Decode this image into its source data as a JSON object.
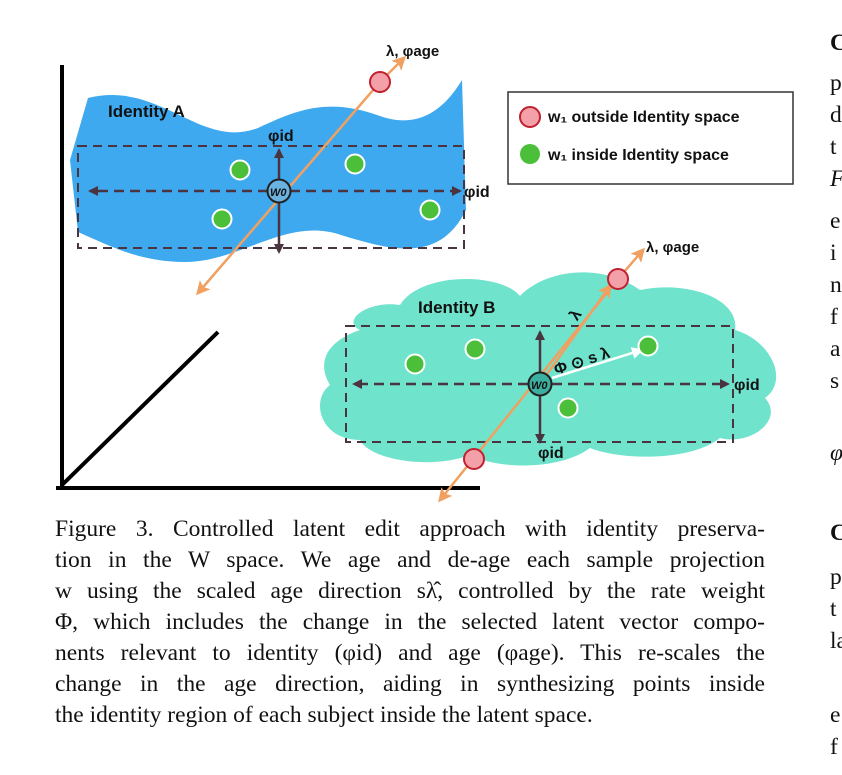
{
  "figure": {
    "identity_a_label": "Identity A",
    "identity_b_label": "Identity B",
    "phi_id": "φid",
    "lambda_age": "λ, φage",
    "w0": "W0",
    "lambda_small": "λ",
    "phi_s_lambda": "Φ ⊙ s λ",
    "legend": {
      "outside": "w₁ outside Identity space",
      "inside": "w₁ inside Identity space"
    },
    "colors": {
      "identity_a": "#3fa9ef",
      "identity_b": "#6fe3cc",
      "arrow_age": "#f0a060",
      "point_outside": "#f4a0a8",
      "point_inside": "#4cbf3a",
      "dashed": "#4a3440"
    }
  },
  "caption": {
    "lines": [
      "Figure 3. Controlled latent edit approach with identity preserva-",
      "tion in the W space. We age and de-age each sample projection",
      "w using the scaled age direction sλ̂, controlled by the rate weight",
      "Φ, which includes the change in the selected latent vector compo-",
      "nents relevant to identity (φid) and age (φage). This re-scales the",
      "change in the age direction, aiding in synthesizing points inside",
      "the identity region of each subject inside the latent space."
    ]
  },
  "side_column": {
    "letters": [
      "C",
      "p",
      "d",
      "t",
      "F",
      "e",
      "i",
      "n",
      "f",
      "a",
      "s",
      "φ",
      "C",
      "p",
      "t",
      "la",
      "e",
      "f"
    ]
  }
}
